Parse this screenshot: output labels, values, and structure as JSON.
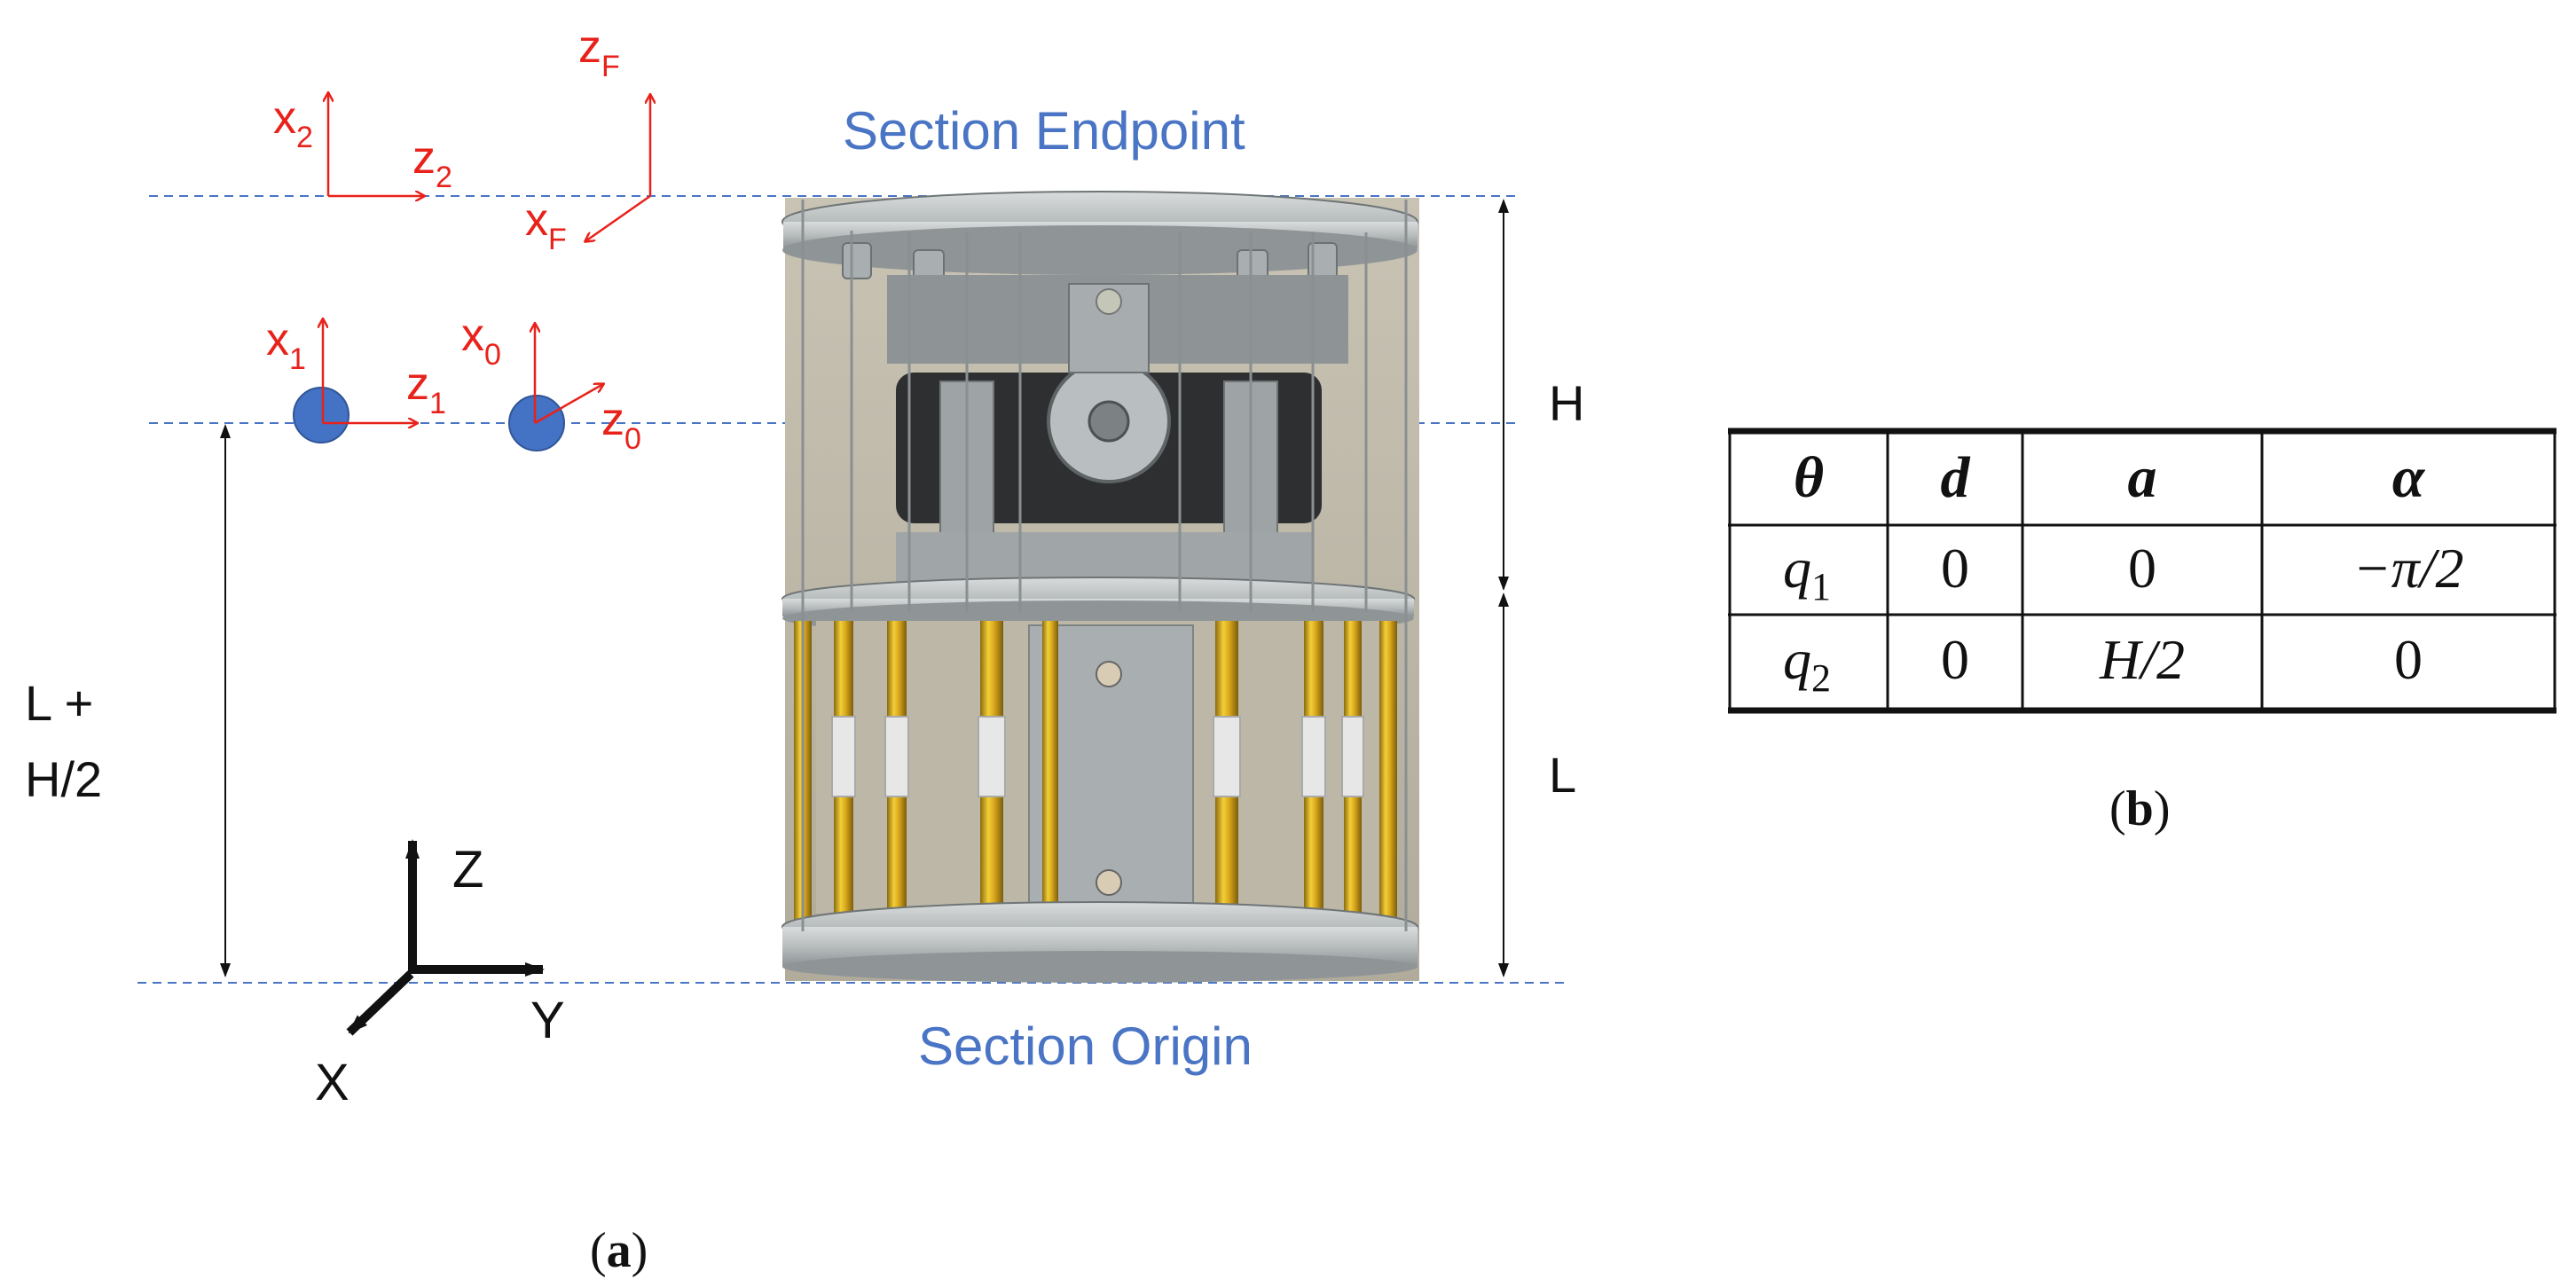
{
  "labels": {
    "section_endpoint": "Section Endpoint",
    "section_origin": "Section Origin",
    "dim_h": "H",
    "dim_l": "L",
    "dim_lh_line1": "L +",
    "dim_lh_line2": "H/2",
    "panel_a_letter": "a",
    "panel_b_letter": "b"
  },
  "frames": {
    "x2": {
      "base": "x",
      "sub": "2"
    },
    "z2": {
      "base": "z",
      "sub": "2"
    },
    "zF": {
      "base": "z",
      "sub": "F"
    },
    "xF": {
      "base": "x",
      "sub": "F"
    },
    "x1": {
      "base": "x",
      "sub": "1"
    },
    "z1": {
      "base": "z",
      "sub": "1"
    },
    "x0": {
      "base": "x",
      "sub": "0"
    },
    "z0": {
      "base": "z",
      "sub": "0"
    }
  },
  "world_axes": {
    "z": "Z",
    "y": "Y",
    "x": "X"
  },
  "dh_table": {
    "headers": [
      "θ",
      "d",
      "a",
      "α"
    ],
    "rows": [
      {
        "theta_base": "q",
        "theta_sub": "1",
        "d": "0",
        "a": "0",
        "alpha": "−π/2"
      },
      {
        "theta_base": "q",
        "theta_sub": "2",
        "d": "0",
        "a": "H/2",
        "alpha": "0"
      }
    ]
  },
  "colors": {
    "frame_red": "#e8221b",
    "section_blue": "#4a74c4",
    "joint_blue": "#4472c4",
    "dashed_line": "#4a74c4"
  }
}
